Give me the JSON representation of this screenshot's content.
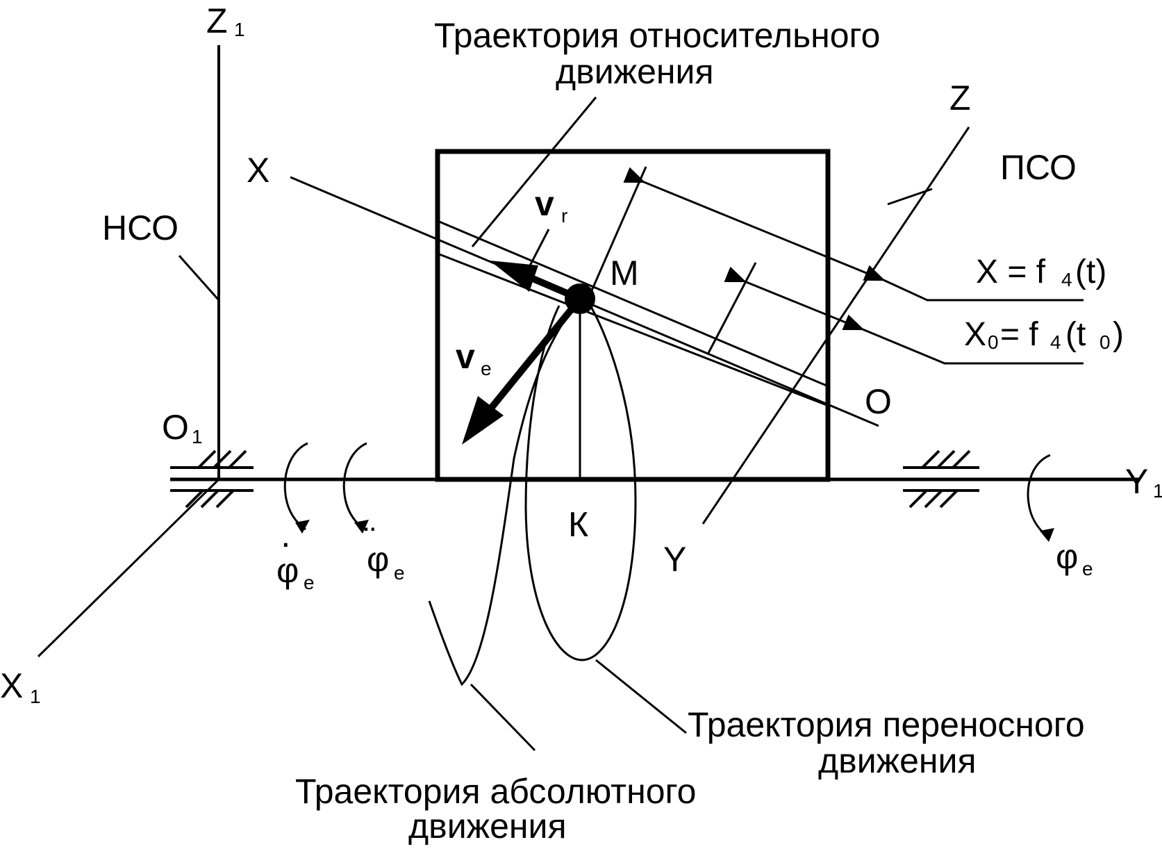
{
  "labels": {
    "z1": "Z",
    "z1_sub": "1",
    "x1": "X",
    "x1_sub": "1",
    "y1": "Y",
    "y1_sub": "1",
    "o1": "O",
    "o1_sub": "1",
    "nso": "НСО",
    "pso": "ПСО",
    "x": "X",
    "y": "Y",
    "z": "Z",
    "o": "O",
    "m": "M",
    "k": "К",
    "vr": "v",
    "vr_sub": "r",
    "ve": "v",
    "ve_sub": "e",
    "phi": "φ",
    "phi_sub": "e",
    "eq1": "X = f",
    "eq1_sub": "4",
    "eq1_tail": "(t)",
    "eq2_x": "X",
    "eq2_x_sub": "0",
    "eq2_mid": "= f",
    "eq2_mid_sub": "4",
    "eq2_paren": "(t",
    "eq2_t_sub": "0",
    "eq2_close": ")"
  },
  "captions": {
    "relative_line1": "Траектория относительного",
    "relative_line2": "движения",
    "transport_line1": "Траектория переносного",
    "transport_line2": "движения",
    "absolute_line1": "Траектория абсолютного",
    "absolute_line2": "движения"
  }
}
